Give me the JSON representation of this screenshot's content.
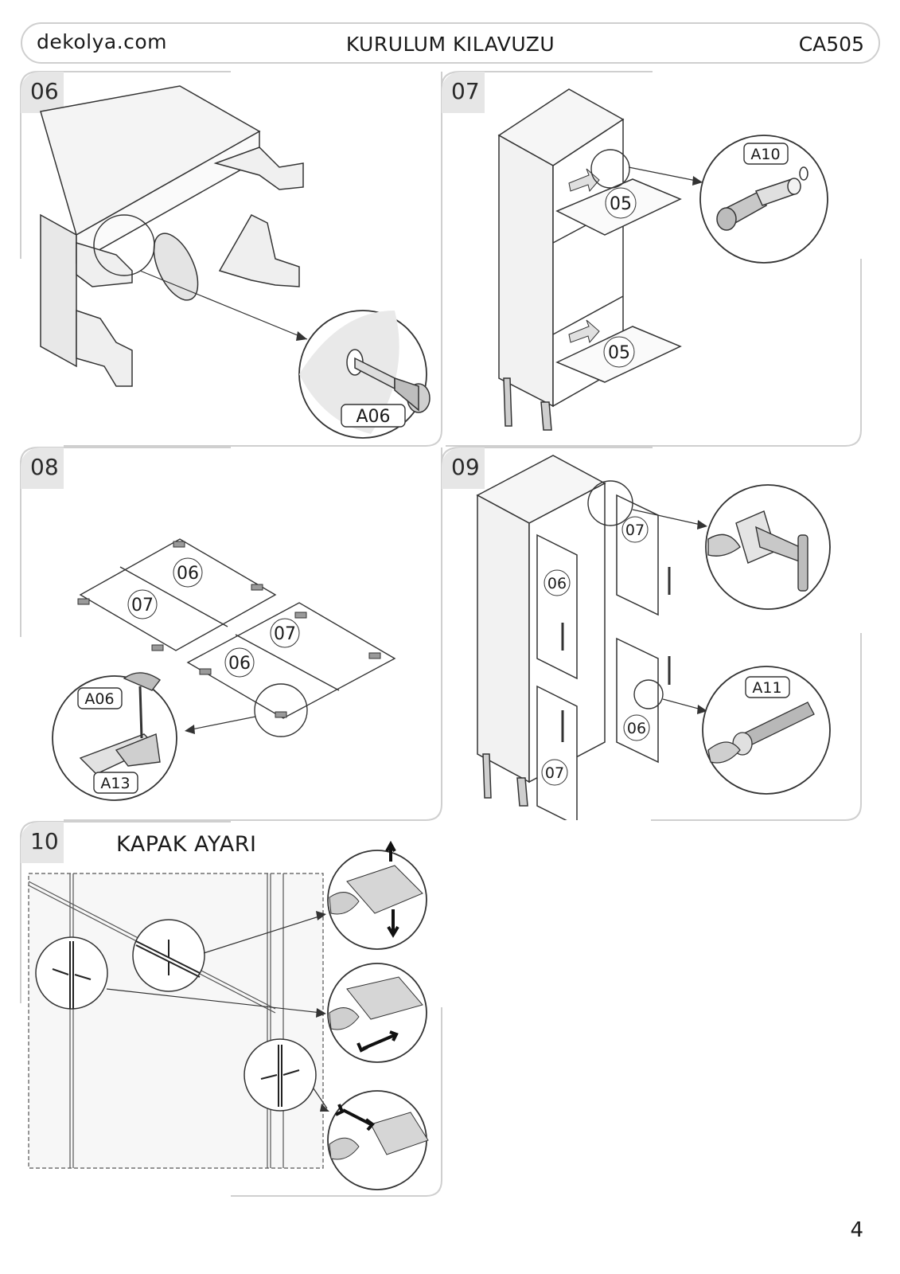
{
  "header": {
    "site": "dekolya.com",
    "title": "KURULUM KILAVUZU",
    "model": "CA505"
  },
  "steps": [
    {
      "number": "06",
      "labels": {
        "part": "A06"
      }
    },
    {
      "number": "07",
      "labels": {
        "panel_a": "05",
        "panel_b": "05",
        "part": "A10"
      }
    },
    {
      "number": "08",
      "labels": {
        "door_1": "06",
        "door_2": "07",
        "door_3": "07",
        "door_4": "06",
        "part_a": "A06",
        "part_b": "A13"
      }
    },
    {
      "number": "09",
      "labels": {
        "door_1": "07",
        "door_2": "06",
        "door_3": "06",
        "door_4": "07",
        "part": "A11"
      }
    },
    {
      "number": "10",
      "title": "KAPAK AYARI"
    }
  ],
  "page_number": "4",
  "icons": {
    "callout": "magnifier-callout-icon",
    "arrow": "direction-arrow-icon"
  }
}
